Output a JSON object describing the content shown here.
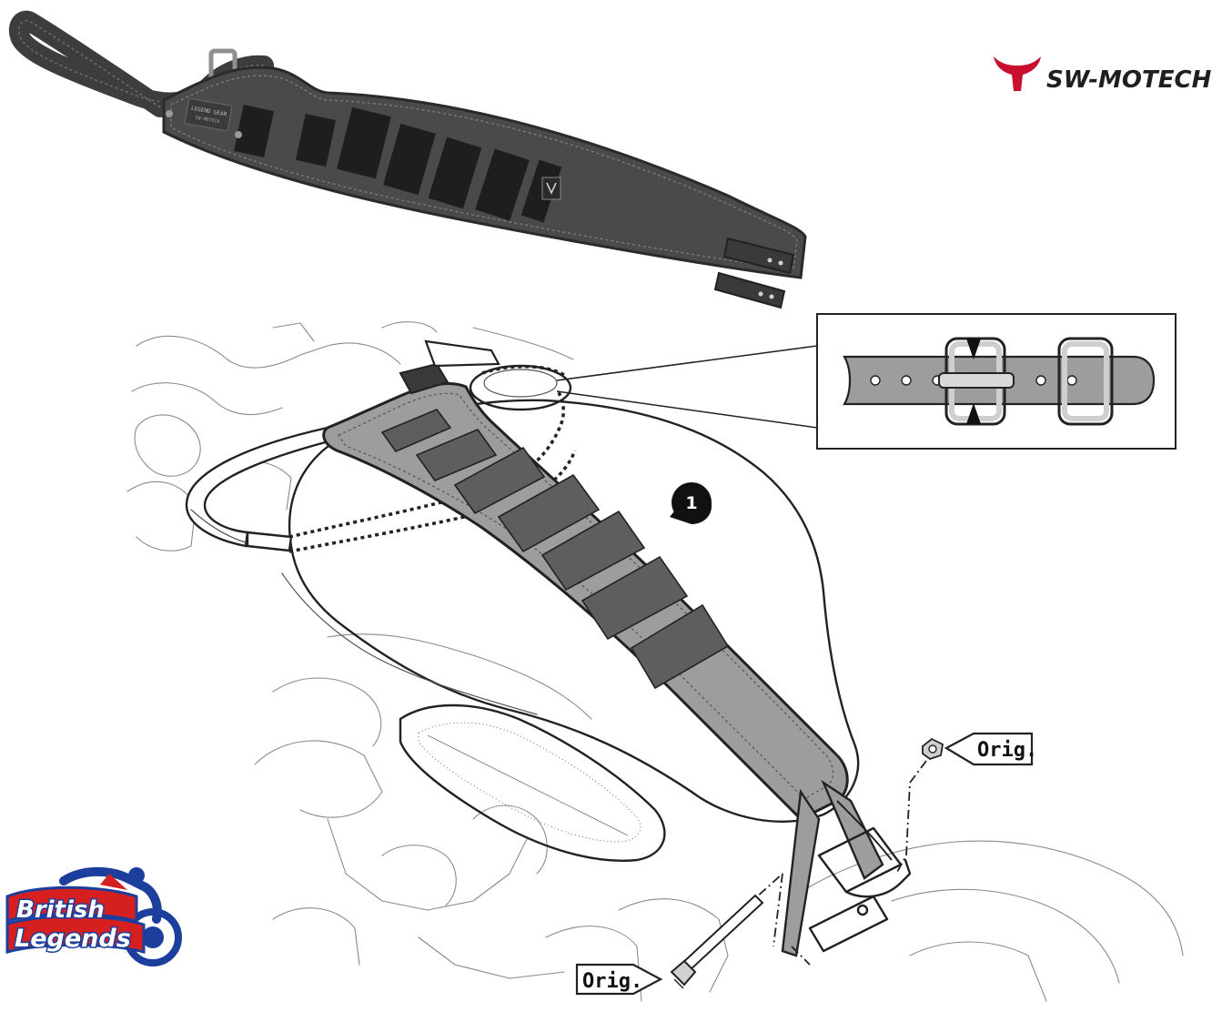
{
  "brand": {
    "name": "SW-MOTECH",
    "accent_color": "#c8102e"
  },
  "watermark": {
    "line1": "British",
    "line2": "Legends",
    "colors": {
      "blue": "#1c3e9c",
      "red": "#d62020"
    }
  },
  "strap_label": {
    "line1": "LEGEND GEAR",
    "line2": "SW-MOTECH"
  },
  "callouts": {
    "step_number": "1",
    "orig_top": "Orig.",
    "orig_bottom": "Orig."
  },
  "icons": {
    "logo": "sw-motech-horns-logo",
    "buckle": "strap-buckle-icon",
    "bolt": "bolt-icon",
    "nut": "nut-icon"
  }
}
